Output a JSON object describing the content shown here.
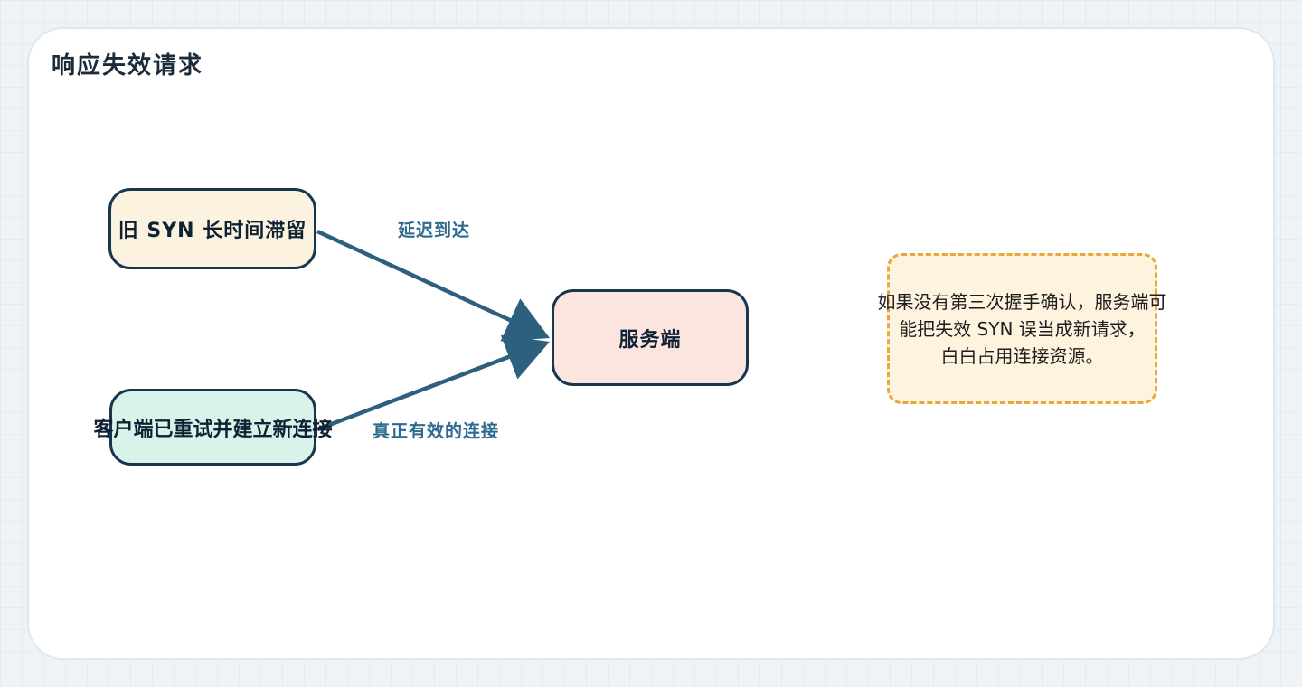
{
  "diagram": {
    "title": "响应失效请求",
    "nodes": {
      "old_syn": {
        "label": "旧 SYN 长时间滞留"
      },
      "client_retry": {
        "label": "客户端已重试并建立新连接"
      },
      "server": {
        "label": "服务端"
      }
    },
    "edges": [
      {
        "label": "延迟到达"
      },
      {
        "label": "真正有效的连接"
      }
    ],
    "note": {
      "lines": [
        "如果没有第三次握手确认，服务端可",
        "能把失效 SYN 误当成新请求，",
        "白白占用连接资源。"
      ]
    }
  },
  "colors": {
    "page_bg": "#eef3f8",
    "card_bg": "#ffffff",
    "card_border": "#dfe7ee",
    "title_text": "#1b2b3a",
    "node_border": "#17374f",
    "node_text": "#0f2233",
    "old_syn_fill": "#fbf2e0",
    "client_retry_fill": "#d9f3ea",
    "server_fill": "#fbe5de",
    "edge": "#2d5f7e",
    "edge_label": "#2d6a8f",
    "note_fill": "#fdf3de",
    "note_border": "#e9a73c",
    "note_text": "#1d1d1f"
  }
}
